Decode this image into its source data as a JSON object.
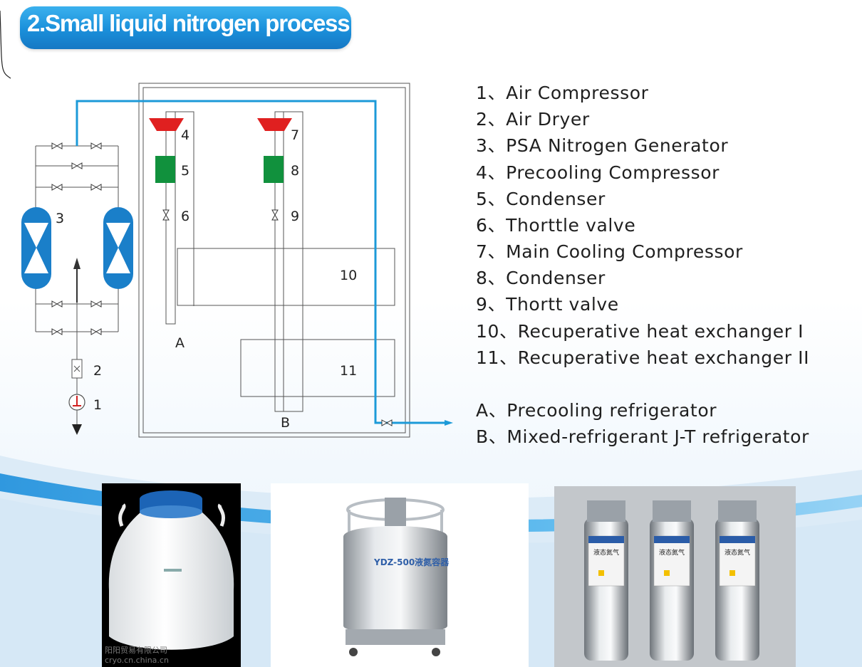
{
  "title": "2.Small liquid nitrogen process",
  "diagram": {
    "labels": {
      "n1": "1",
      "n2": "2",
      "n3": "3",
      "n4": "4",
      "n5": "5",
      "n6": "6",
      "n7": "7",
      "n8": "8",
      "n9": "9",
      "n10": "10",
      "n11": "11",
      "a": "A",
      "b": "B"
    },
    "colors": {
      "pipe_blue": "#1c9ad8",
      "compressor_red": "#e02020",
      "condenser_green": "#11913d",
      "adsorber_blue": "#1a7fc9"
    }
  },
  "legend": {
    "items": [
      "1、Air  Compressor",
      "2、Air  Dryer",
      "3、PSA  Nitrogen  Generator",
      "4、Precooling Compressor",
      "5、Condenser",
      "6、Thorttle valve",
      "7、Main Cooling  Compressor",
      "8、Condenser",
      "9、Thortt valve",
      "10、Recuperative heat exchanger I",
      "11、Recuperative  heat  exchanger II"
    ],
    "refrigerators": [
      "A、Precooling refrigerator",
      "B、Mixed-refrigerant J-T refrigerator"
    ]
  },
  "photos": {
    "dewar_watermark_1": "阳阳贸易有限公司",
    "dewar_watermark_2": "cryo.cn.china.cn",
    "tank_label": "YDZ-500液氮容器",
    "cylinder_label": "液态氮气"
  }
}
